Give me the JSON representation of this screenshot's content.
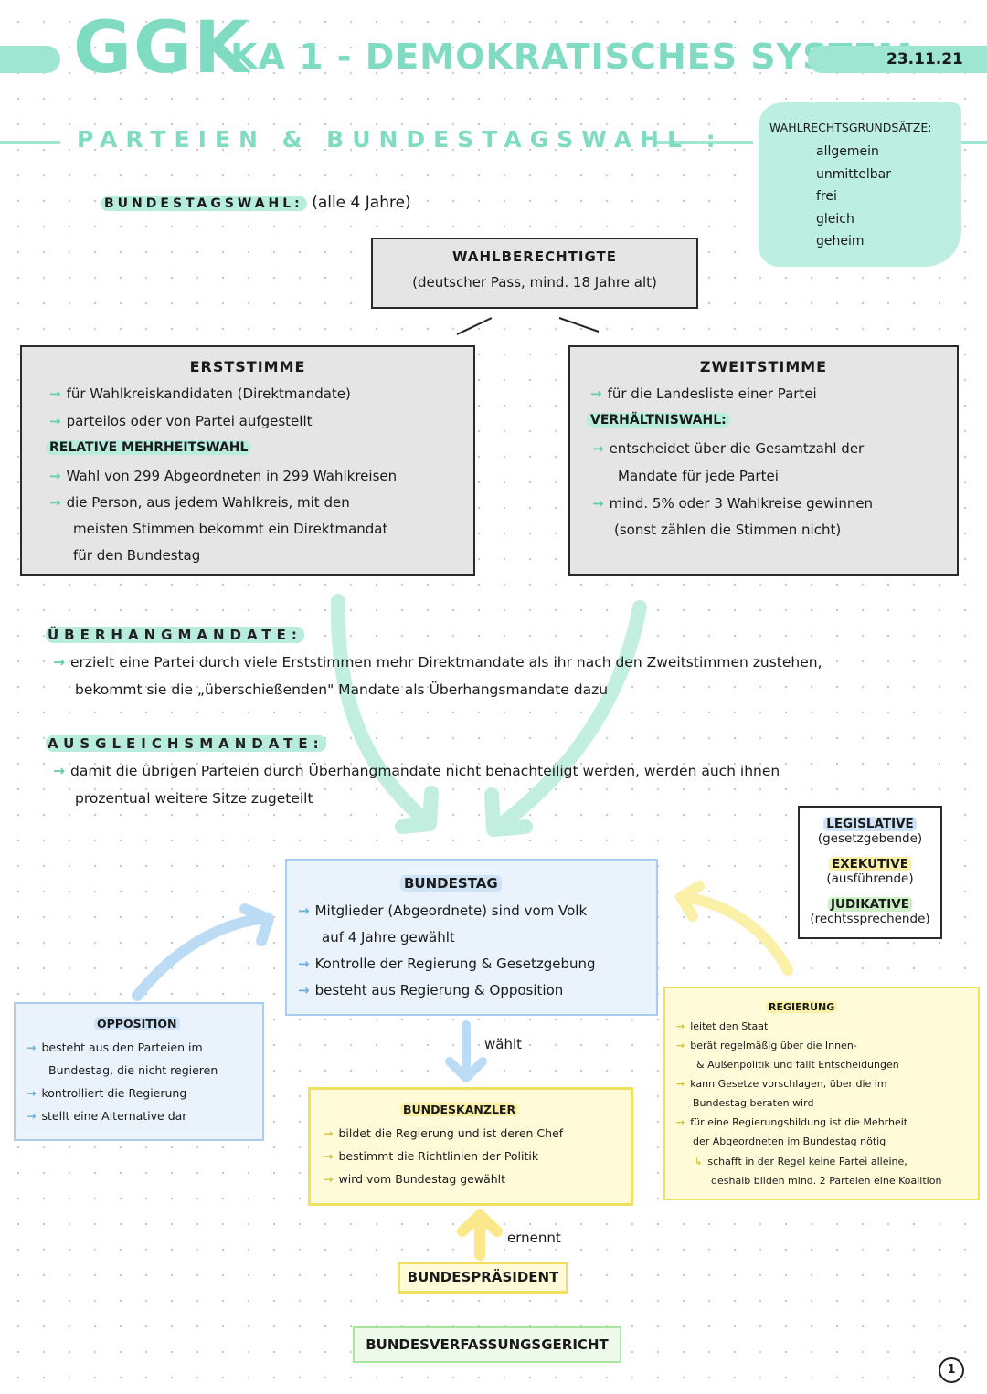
{
  "header": {
    "logo": "GGK",
    "title": "KA 1 - DEMOKRATISCHES SYSTEM",
    "date": "23.11.21"
  },
  "section": {
    "title": "PARTEIEN & BUNDESTAGSWAHL :"
  },
  "wahlrecht": {
    "title": "WAHLRECHTSGRUNDSÄTZE:",
    "items": [
      "allgemein",
      "unmittelbar",
      "frei",
      "gleich",
      "geheim"
    ]
  },
  "bundestagswahl": {
    "label": "BUNDESTAGSWAHL:",
    "note": "(alle 4 Jahre)"
  },
  "wahlberechtigte": {
    "title": "WAHLBERECHTIGTE",
    "note": "(deutscher Pass, mind. 18 Jahre alt)"
  },
  "erststimme": {
    "title": "ERSTSTIMME",
    "line1": "für Wahlkreiskandidaten (Direktmandate)",
    "line2": "parteilos oder von Partei aufgestellt",
    "subtitle": "RELATIVE MEHRHEITSWAHL",
    "line3": "Wahl von 299 Abgeordneten in 299 Wahlkreisen",
    "line4a": "die Person, aus jedem Wahlkreis, mit den",
    "line4b": "meisten Stimmen bekommt ein Direktmandat",
    "line4c": "für den Bundestag"
  },
  "zweitstimme": {
    "title": "ZWEITSTIMME",
    "line1": "für die Landesliste einer Partei",
    "subtitle": "VERHÄLTNISWAHL:",
    "line2a": "entscheidet über die Gesamtzahl der",
    "line2b": "Mandate für jede Partei",
    "line3a": "mind. 5% oder 3 Wahlkreise gewinnen",
    "line3b": "(sonst zählen die Stimmen nicht)"
  },
  "ueberhang": {
    "title": "ÜBERHANGMANDATE:",
    "line1": "erzielt eine Partei durch viele Erststimmen mehr Direktmandate als ihr nach den Zweitstimmen zustehen,",
    "line2": "bekommt sie die „überschießenden\" Mandate als Überhangsmandate dazu"
  },
  "ausgleich": {
    "title": "AUSGLEICHSMANDATE:",
    "line1": "damit die übrigen Parteien durch Überhangmandate nicht benachteiligt werden, werden auch ihnen",
    "line2": "prozentual weitere Sitze zugeteilt"
  },
  "gewalten": {
    "leg": "LEGISLATIVE",
    "leg_sub": "(gesetzgebende)",
    "exe": "EXEKUTIVE",
    "exe_sub": "(ausführende)",
    "jud": "JUDIKATIVE",
    "jud_sub": "(rechtssprechende)"
  },
  "bundestag": {
    "title": "BUNDESTAG",
    "line1a": "Mitglieder (Abgeordnete) sind vom Volk",
    "line1b": "auf 4 Jahre gewählt",
    "line2": "Kontrolle der Regierung & Gesetzgebung",
    "line3": "besteht aus Regierung & Opposition"
  },
  "opposition": {
    "title": "OPPOSITION",
    "line1a": "besteht aus den Parteien im",
    "line1b": "Bundestag, die nicht regieren",
    "line2": "kontrolliert die Regierung",
    "line3": "stellt eine Alternative dar"
  },
  "kanzler": {
    "title": "BUNDESKANZLER",
    "line1": "bildet die Regierung und ist deren Chef",
    "line2": "bestimmt die Richtlinien der Politik",
    "line3": "wird vom Bundestag gewählt"
  },
  "regierung": {
    "title": "REGIERUNG",
    "line1": "leitet den Staat",
    "line2a": "berät regelmäßig über die Innen-",
    "line2b": "& Außenpolitik und fällt Entscheidungen",
    "line3a": "kann Gesetze vorschlagen, über die im",
    "line3b": "Bundestag beraten wird",
    "line4a": "für eine Regierungsbildung ist die Mehrheit",
    "line4b": "der Abgeordneten im Bundestag nötig",
    "line5a": "schafft in der Regel keine Partei alleine,",
    "line5b": "deshalb bilden mind. 2 Parteien eine Koalition"
  },
  "arrows": {
    "waehlt": "wählt",
    "ernennt": "ernennt"
  },
  "bpraesident": "BUNDESPRÄSIDENT",
  "bverfg": "BUNDESVERFASSUNGSGERICHT",
  "page_number": "1",
  "colors": {
    "mint": "#7fdcc2",
    "blue": "#a9cdee",
    "yellow": "#f0e060",
    "green": "#a8e3a0"
  }
}
